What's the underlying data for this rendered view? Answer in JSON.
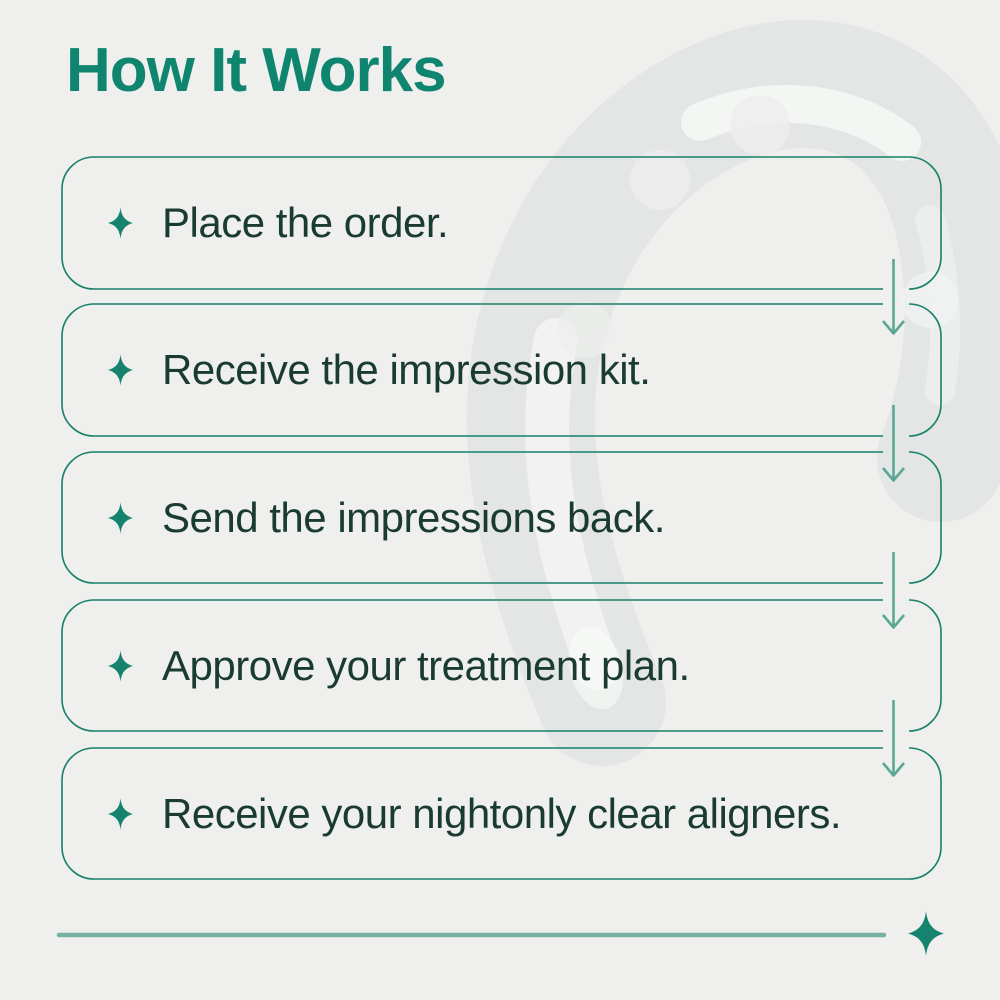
{
  "title": "How It Works",
  "steps": [
    {
      "label": "Place the order."
    },
    {
      "label": "Receive the impression kit."
    },
    {
      "label": "Send the impressions back."
    },
    {
      "label": "Approve your treatment plan."
    },
    {
      "label": "Receive your nightonly clear aligners."
    }
  ],
  "icons": {
    "step_bullet": "four-point-sparkle",
    "step_connector": "down-arrow",
    "divider_end": "four-point-sparkle"
  },
  "background_image": "clear-dental-aligner",
  "colors": {
    "background": "#efefed",
    "title_green": "#0f8570",
    "card_border": "#17806b",
    "step_text": "#1a3b32",
    "arrow": "#5ba795",
    "divider_line": "#74b1a1",
    "sparkle": "#15836d"
  }
}
